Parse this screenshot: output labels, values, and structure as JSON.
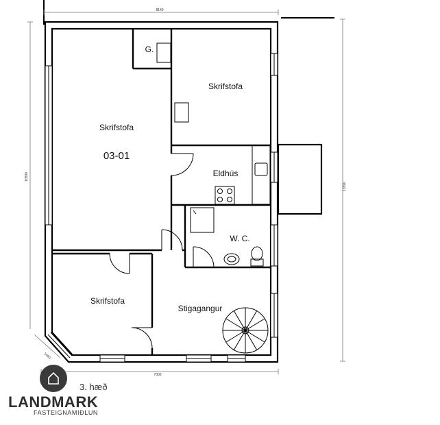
{
  "rooms": {
    "office_main_label": "Skrifstofa",
    "office_main_number": "03-01",
    "closet": "G.",
    "office_top_right": "Skrifstofa",
    "kitchen": "Eldhús",
    "wc": "W. C.",
    "office_bottom_left": "Skrifstofa",
    "stairwell": "Stigagangur"
  },
  "dimensions": {
    "top": "8140",
    "bottom": "7000",
    "left": "10590",
    "right": "13590",
    "diagonal": "1460"
  },
  "floor": "3. hæð",
  "brand": {
    "name": "LANDMARK",
    "tagline": "FASTEIGNAMIÐLUN",
    "logo_icon": "house-icon"
  }
}
